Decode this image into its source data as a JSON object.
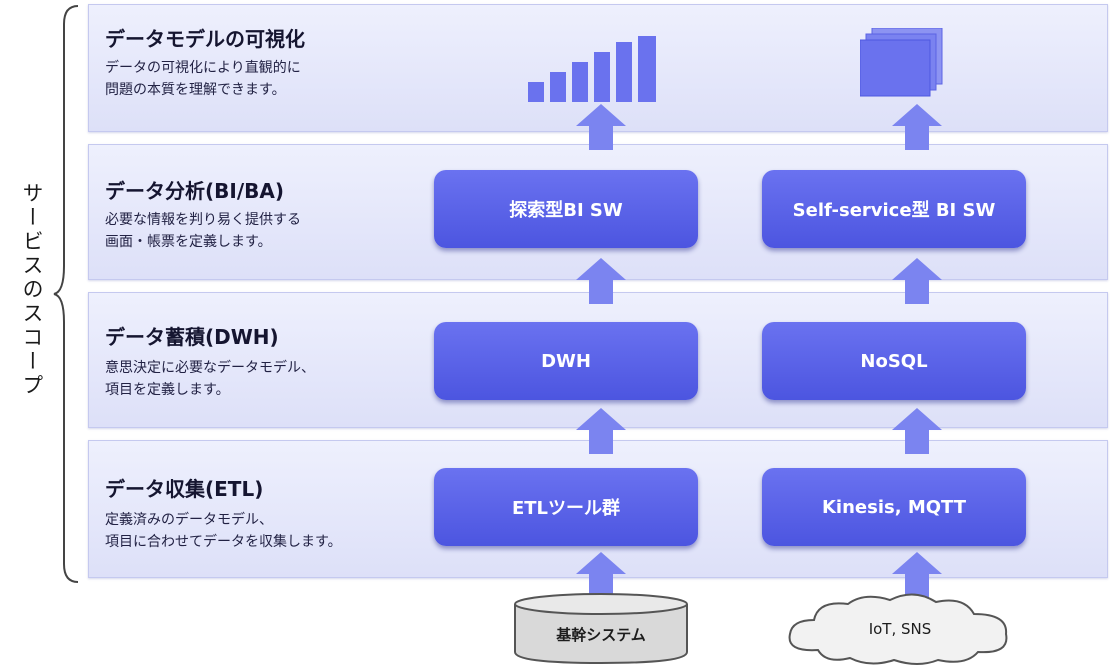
{
  "side_label": "サービスのスコープ",
  "layers": [
    {
      "title": "データモデルの可視化",
      "description": "データの可視化により直観的に\n問題の本質を理解できます。"
    },
    {
      "title": "データ分析(BI/BA)",
      "description": "必要な情報を判り易く提供する\n画面・帳票を定義します。",
      "nodes": [
        "探索型BI SW",
        "Self-service型 BI SW"
      ]
    },
    {
      "title": "データ蓄積(DWH)",
      "description": "意思決定に必要なデータモデル、\n項目を定義します。",
      "nodes": [
        "DWH",
        "NoSQL"
      ]
    },
    {
      "title": "データ収集(ETL)",
      "description": "定義済みのデータモデル、\n項目に合わせてデータを収集します。",
      "nodes": [
        "ETLツール群",
        "Kinesis, MQTT"
      ]
    }
  ],
  "sources": [
    "基幹システム",
    "IoT, SNS"
  ],
  "icons": [
    "bar-chart-icon",
    "document-stack-icon",
    "up-arrow-icon",
    "database-cylinder-icon",
    "cloud-icon"
  ],
  "colors": {
    "layer_bg": "#e6e8fa",
    "node_fill": "#5a62e8",
    "arrow_fill": "#7b84f0",
    "text": "#1c1c3a"
  }
}
